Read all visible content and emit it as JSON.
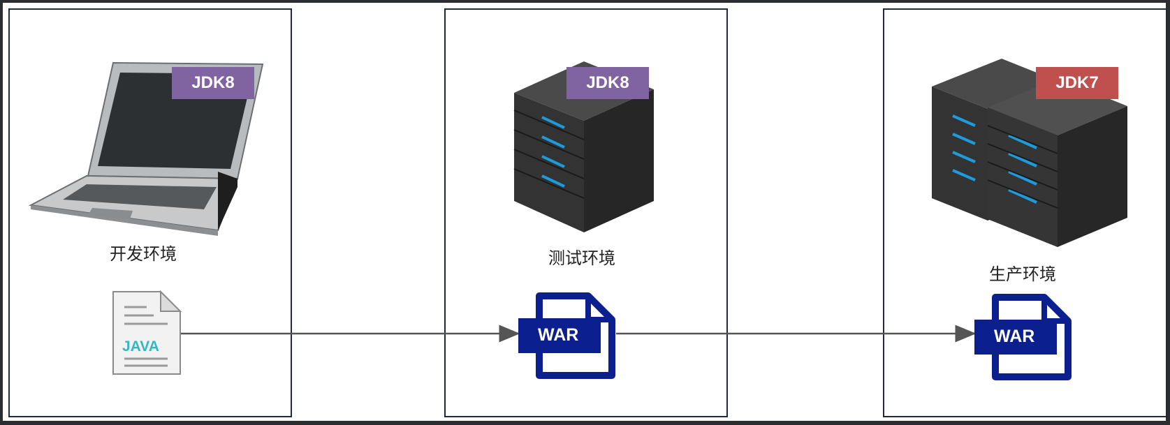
{
  "environments": {
    "dev": {
      "label": "开发环境",
      "jdk": "JDK8"
    },
    "test": {
      "label": "测试环境",
      "jdk": "JDK8"
    },
    "prod": {
      "label": "生产环境",
      "jdk": "JDK7"
    }
  },
  "artifacts": {
    "source": "JAVA",
    "test_package": "WAR",
    "prod_package": "WAR"
  },
  "colors": {
    "jdk8_badge": "#8064a2",
    "jdk7_badge": "#c0504d",
    "war_blue": "#0b1f8f",
    "server_dark": "#2c2c2c",
    "server_led": "#1e9bdc"
  }
}
